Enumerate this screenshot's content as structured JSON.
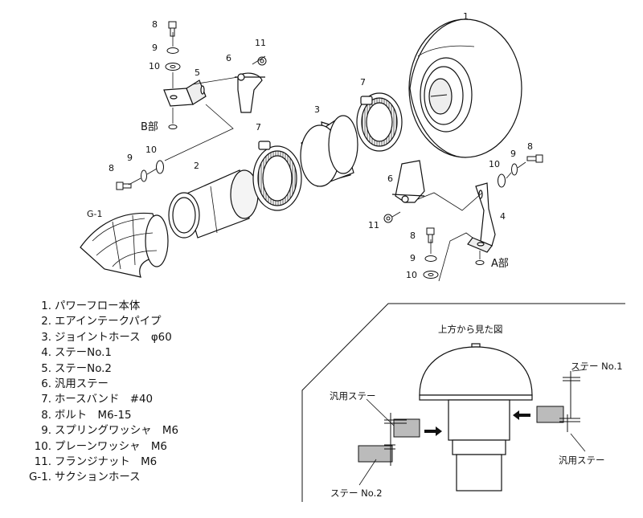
{
  "callouts": {
    "c1": "1",
    "c2": "2",
    "c3": "3",
    "c4": "4",
    "c5": "5",
    "c6a": "6",
    "c6b": "6",
    "c7a": "7",
    "c7b": "7",
    "c8a": "8",
    "c8b": "8",
    "c8c": "8",
    "c8d": "8",
    "c9a": "9",
    "c9b": "9",
    "c9c": "9",
    "c9d": "9",
    "c10a": "10",
    "c10b": "10",
    "c10c": "10",
    "c10d": "10",
    "c11a": "11",
    "c11b": "11",
    "cg1": "G-1"
  },
  "detail_labels": {
    "b_part": "B部",
    "a_part": "A部"
  },
  "parts": [
    {
      "no": "1.",
      "name": "パワーフロー本体"
    },
    {
      "no": "2.",
      "name": "エアインテークパイプ"
    },
    {
      "no": "3.",
      "name": "ジョイントホース　φ60"
    },
    {
      "no": "4.",
      "name": "ステーNo.1"
    },
    {
      "no": "5.",
      "name": "ステーNo.2"
    },
    {
      "no": "6.",
      "name": "汎用ステー"
    },
    {
      "no": "7.",
      "name": "ホースバンド　#40"
    },
    {
      "no": "8.",
      "name": "ボルト　M6-15"
    },
    {
      "no": "9.",
      "name": "スプリングワッシャ　M6"
    },
    {
      "no": "10.",
      "name": "プレーンワッシャ　M6"
    },
    {
      "no": "11.",
      "name": "フランジナット　M6"
    },
    {
      "no": "G-1.",
      "name": "サクションホース"
    }
  ],
  "inset": {
    "title": "上方から見た図",
    "label_universal_left": "汎用ステー",
    "label_stay_no2": "ステー No.2",
    "label_stay_no1": "ステー No.1",
    "label_universal_right": "汎用ステー"
  }
}
